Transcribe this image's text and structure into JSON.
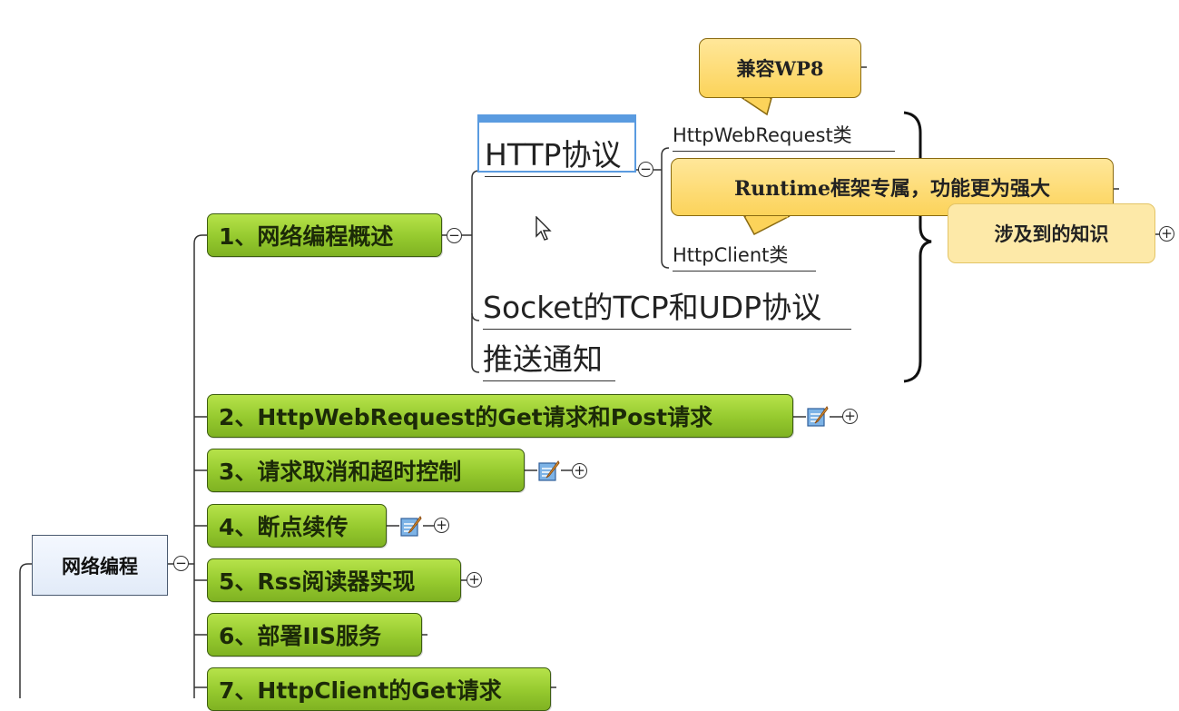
{
  "central": {
    "label": "网络编程"
  },
  "topics": [
    {
      "label": "1、网络编程概述"
    },
    {
      "label": "2、HttpWebRequest的Get请求和Post请求"
    },
    {
      "label": "3、请求取消和超时控制"
    },
    {
      "label": "4、断点续传"
    },
    {
      "label": "5、Rss阅读器实现"
    },
    {
      "label": "6、部署IIS服务"
    },
    {
      "label": "7、HttpClient的Get请求"
    }
  ],
  "subtopics": {
    "http": "HTTP协议",
    "socket": "Socket的TCP和UDP协议",
    "push": "推送通知",
    "httpwebrequest": "HttpWebRequest类",
    "httpclient": "HttpClient类"
  },
  "callouts": {
    "wp8": "兼容WP8",
    "runtime": "Runtime框架专属，功能更为强大"
  },
  "summary": {
    "label": "涉及到的知识"
  },
  "toggles": {
    "minus": "−",
    "plus": "+"
  },
  "colors": {
    "topic_fill": "#95c92e",
    "callout_fill": "#fcd35a",
    "summary_fill": "#fde9a8",
    "selection": "#5a9be0",
    "central_fill": "#e2ebf8"
  }
}
